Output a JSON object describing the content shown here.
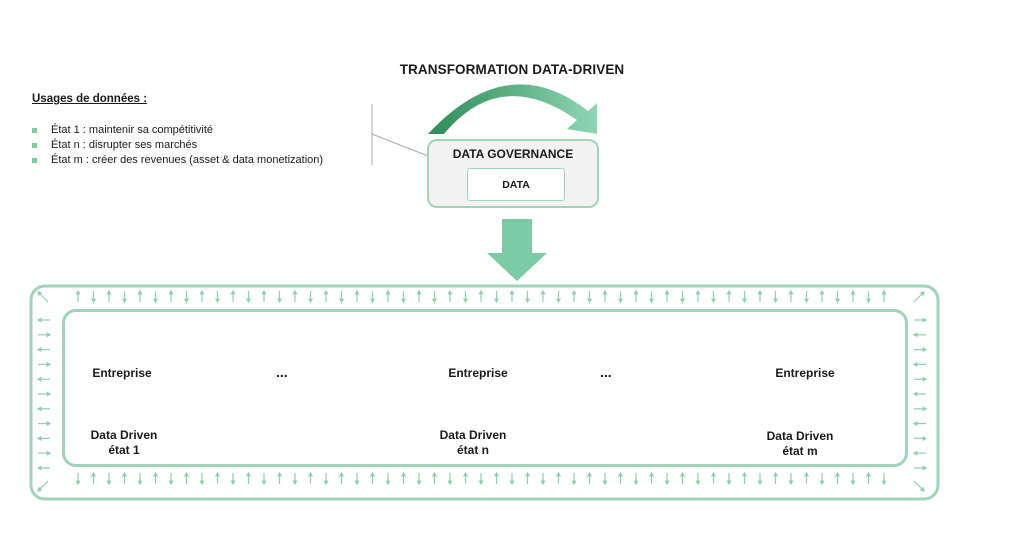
{
  "title": "TRANSFORMATION DATA-DRIVEN",
  "usage": {
    "heading": "Usages de données :",
    "items": [
      "État 1 : maintenir sa compétitivité",
      "État n : disrupter ses marchés",
      "État m : créer des revenues (asset & data monetization)"
    ]
  },
  "governance": {
    "label": "DATA GOVERNANCE",
    "data_label": "DATA"
  },
  "states": [
    {
      "entity": "Entreprise",
      "line1": "Data Driven",
      "line2": "état 1"
    },
    {
      "entity": "Entreprise",
      "line1": "Data Driven",
      "line2": "état n"
    },
    {
      "entity": "Entreprise",
      "line1": "Data Driven",
      "line2": "état m"
    }
  ],
  "ellipsis": "...",
  "colors": {
    "accent": "#7ccba5",
    "accent_dark": "#2e8b57",
    "border": "#9fd4b9",
    "box_fill": "#f2f2f2"
  }
}
